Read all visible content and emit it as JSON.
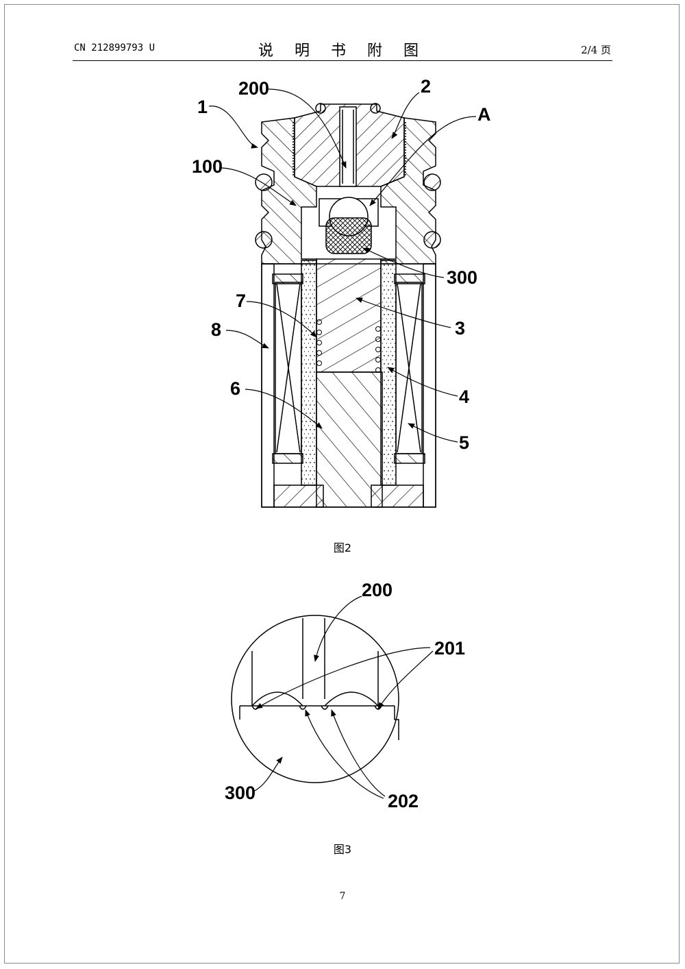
{
  "header": {
    "patent_no": "CN 212899793 U",
    "title": "说 明 书 附 图",
    "page_of": "2/4 页"
  },
  "figure2": {
    "caption": "图2",
    "labels": {
      "l1": "1",
      "l2": "2",
      "l200": "200",
      "lA": "A",
      "l100": "100",
      "l300": "300",
      "l7": "7",
      "l3": "3",
      "l8": "8",
      "l6": "6",
      "l4": "4",
      "l5": "5"
    }
  },
  "figure3": {
    "caption": "图3",
    "labels": {
      "l200": "200",
      "l201": "201",
      "l300": "300",
      "l202": "202"
    }
  },
  "footer": {
    "page_number": "7"
  }
}
